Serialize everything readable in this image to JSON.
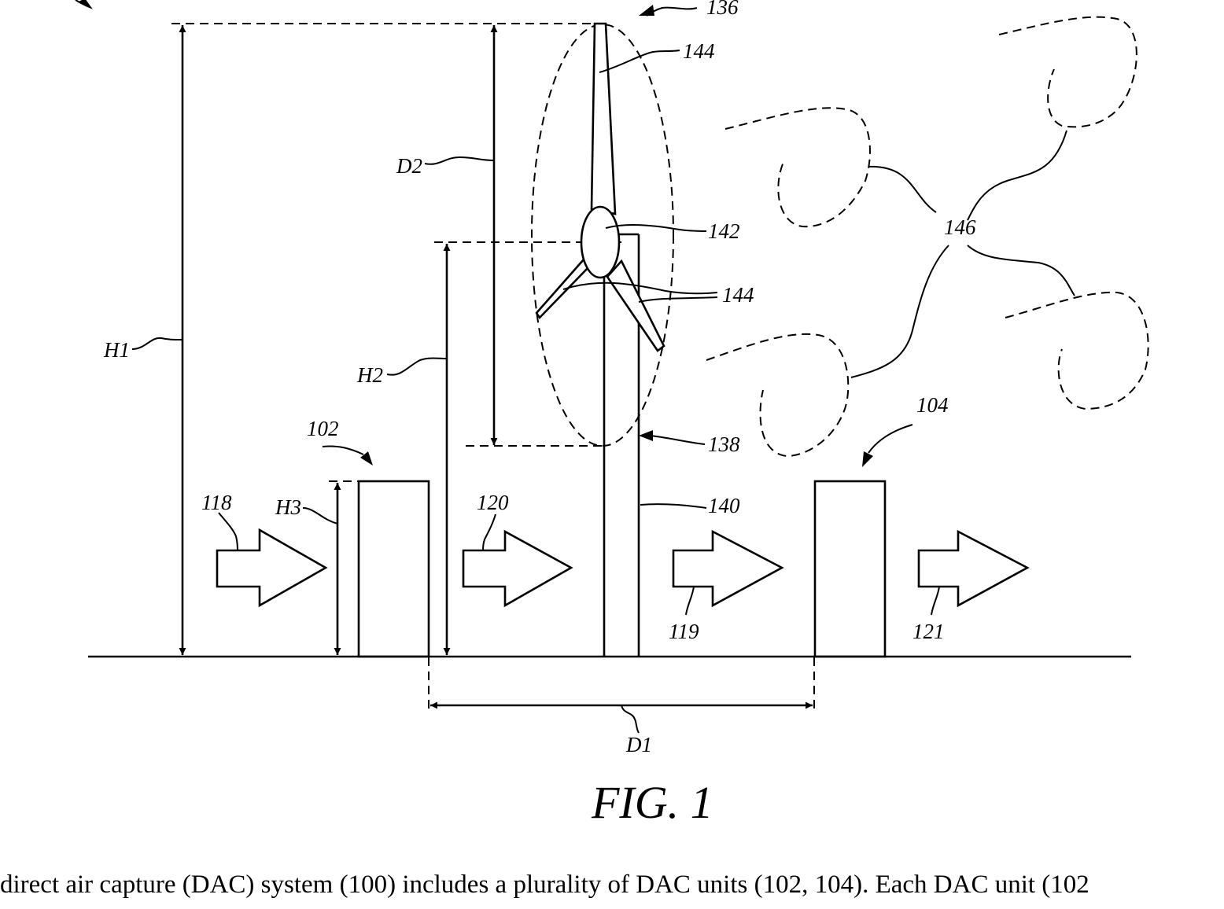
{
  "figure": {
    "fig_label": "FIG. 1",
    "labels": {
      "l136": "136",
      "l144a": "144",
      "l144b": "144",
      "l142": "142",
      "l146": "146",
      "l138": "138",
      "l140": "140",
      "l102": "102",
      "l104": "104",
      "l118": "118",
      "l120": "120",
      "l119": "119",
      "l121": "121",
      "lH1": "H1",
      "lH2": "H2",
      "lH3": "H3",
      "lD1": "D1",
      "lD2": "D2"
    }
  },
  "caption": {
    "line1": "direct air capture (DAC) system (100) includes a plurality of DAC units (102, 104). Each DAC unit (102"
  }
}
